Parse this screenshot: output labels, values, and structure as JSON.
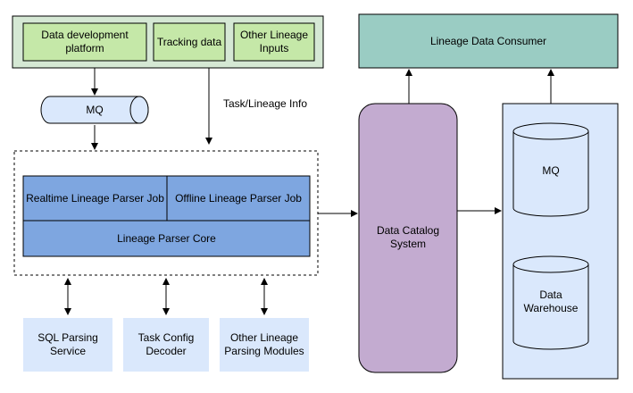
{
  "inputs": {
    "data_dev_platform": "Data development platform",
    "tracking_data": "Tracking data",
    "other_lineage_inputs": "Other Lineage Inputs"
  },
  "mq_pipe": "MQ",
  "task_lineage_info": "Task/Lineage Info",
  "parser": {
    "realtime_job": "Realtime Lineage Parser Job",
    "offline_job": "Offline Lineage Parser Job",
    "core": "Lineage Parser Core"
  },
  "modules": {
    "sql_parsing": "SQL Parsing Service",
    "task_config": "Task Config Decoder",
    "other_parsing": "Other Lineage Parsing Modules"
  },
  "catalog": "Data Catalog System",
  "consumer": "Lineage Data Consumer",
  "storage": {
    "mq": "MQ",
    "warehouse": "Data Warehouse"
  },
  "colors": {
    "green_fill": "#d5e8d4",
    "green_inner": "#c5e8a8",
    "teal": "#9accc3",
    "purple": "#c3abd0",
    "blue_box": "#7ea6e0",
    "light_blue": "#dae8fc"
  }
}
